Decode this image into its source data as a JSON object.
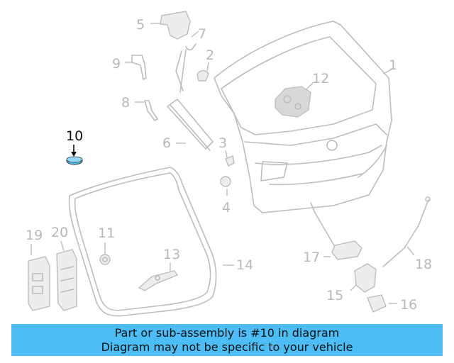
{
  "diagram": {
    "callouts": [
      "1",
      "2",
      "3",
      "4",
      "5",
      "6",
      "7",
      "8",
      "9",
      "10",
      "11",
      "12",
      "13",
      "14",
      "15",
      "16",
      "17",
      "18",
      "19",
      "20"
    ],
    "highlighted_callout": "10",
    "colors": {
      "highlight_part": "#4dbdf5",
      "ghost_parts": "#bdbdbd",
      "banner": "#4dbdf5"
    }
  },
  "banner": {
    "line1": "Part or sub-assembly is #10 in diagram",
    "line2": "Diagram may not be specific to your vehicle"
  }
}
